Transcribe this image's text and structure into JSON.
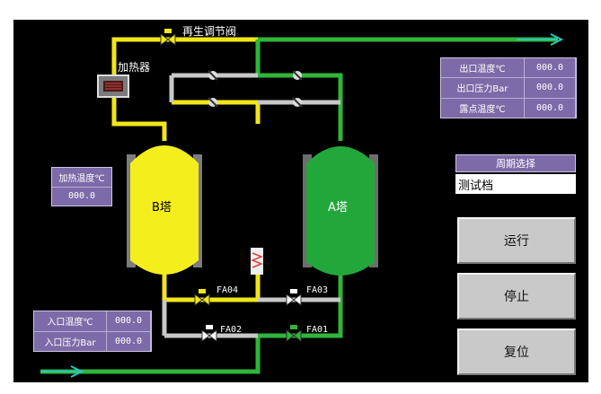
{
  "labels": {
    "regen_valve": "再生调节阀",
    "heater": "加热器",
    "tower_b": "B塔",
    "tower_a": "A塔",
    "fa01": "FA01",
    "fa02": "FA02",
    "fa03": "FA03",
    "fa04": "FA04"
  },
  "outlet_panel": {
    "rows": [
      {
        "label": "出口温度℃",
        "value": "000.0"
      },
      {
        "label": "出口压力Bar",
        "value": "000.0"
      },
      {
        "label": "露点温度℃",
        "value": "000.0"
      }
    ]
  },
  "heat_panel": {
    "label": "加热温度℃",
    "value": "000.0"
  },
  "inlet_panel": {
    "rows": [
      {
        "label": "入口温度℃",
        "value": "000.0"
      },
      {
        "label": "入口压力Bar",
        "value": "000.0"
      }
    ]
  },
  "period": {
    "title": "周期选择",
    "selected": "测试档"
  },
  "buttons": {
    "run": "运行",
    "stop": "停止",
    "reset": "复位"
  },
  "colors": {
    "background": "#000000",
    "yellow_pipe": "#f2e619",
    "green_pipe": "#2fb53a",
    "gray_pipe": "#c8c8c8",
    "tower_b": "#f5ee1d",
    "tower_a": "#22a83a",
    "panel": "#7d6aa8",
    "arrow": "#2ec4b6"
  }
}
